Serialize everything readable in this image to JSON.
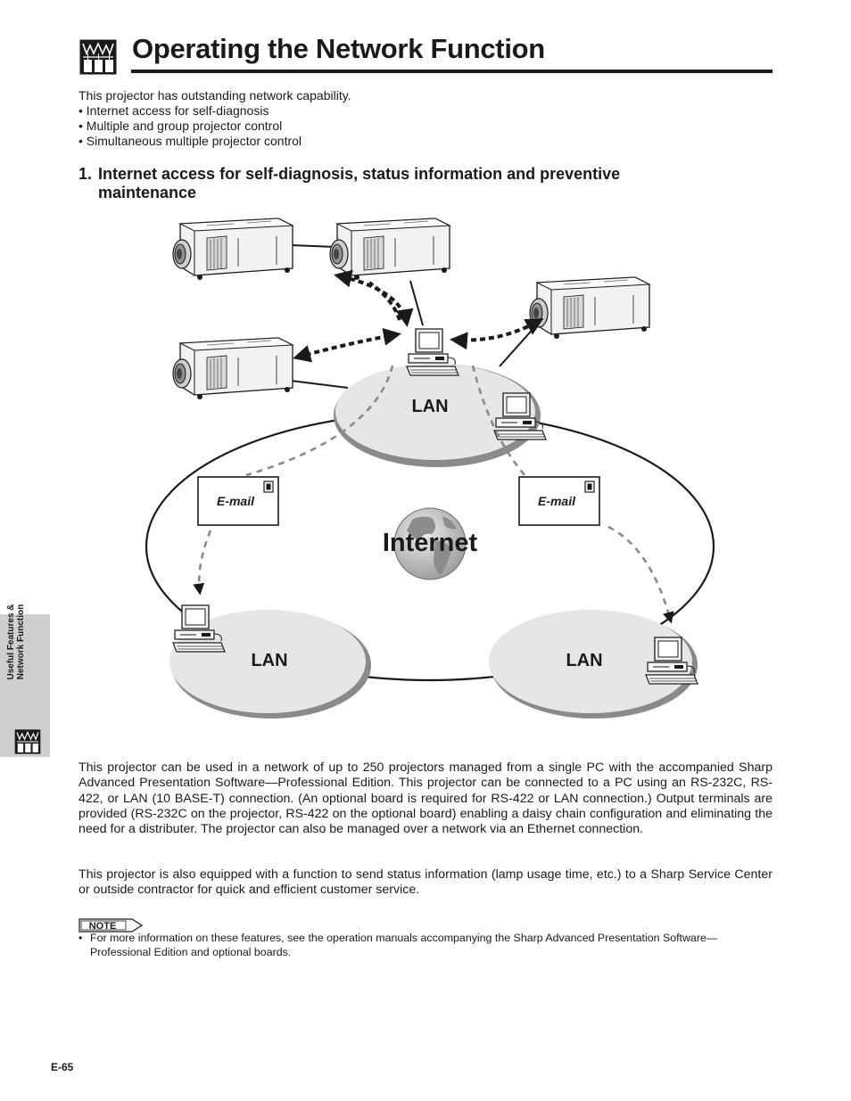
{
  "header": {
    "title": "Operating the Network Function"
  },
  "intro": {
    "lead": "This projector has outstanding network capability.",
    "bullets": [
      "• Internet access for self-diagnosis",
      "• Multiple and group projector control",
      "• Simultaneous multiple projector control"
    ]
  },
  "section": {
    "number": "1.",
    "title_line1": "Internet access for self-diagnosis, status information and preventive",
    "title_line2": "maintenance"
  },
  "diagram": {
    "lan_top": "LAN",
    "lan_left": "LAN",
    "lan_right": "LAN",
    "internet": "Internet",
    "email_left": "E-mail",
    "email_right": "E-mail"
  },
  "body": {
    "paragraph1": "This projector can be used in a network of up to 250 projectors managed from a single PC with the accompanied Sharp Advanced Presentation Software—Professional Edition. This projector can be connected to a PC using an RS-232C, RS-422, or LAN (10 BASE-T) connection. (An optional board is required for RS-422 or LAN connection.) Output terminals are provided (RS-232C on the projector, RS-422 on the optional board) enabling a daisy chain configuration and eliminating the need for a distributer. The projector can also be managed over a network via an Ethernet connection.",
    "paragraph2": "This projector is also equipped with a function to send status information (lamp usage time, etc.) to a Sharp Service Center or outside contractor for quick and efficient customer service."
  },
  "note": {
    "label": "NOTE",
    "bullet": "•",
    "text": "For more information on these features, see the operation manuals accompanying the Sharp Advanced Presentation Software—Professional Edition and optional boards."
  },
  "side_tab": {
    "line1": "Useful Features &",
    "line2": "Network Function"
  },
  "page_number": "E-65",
  "colors": {
    "text": "#1a1a1a",
    "tab_gray": "#cfcfcf",
    "lan_fill": "#e6e6e6",
    "lan_shadow": "#8a8a8a",
    "globe": "#b9b9b9"
  }
}
